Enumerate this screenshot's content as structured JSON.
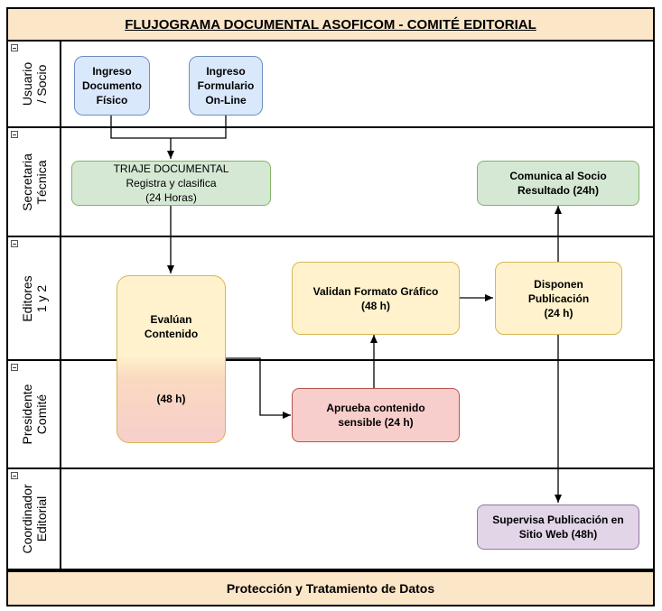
{
  "title": "FLUJOGRAMA DOCUMENTAL ASOFICOM - COMITÉ EDITORIAL",
  "lanes": [
    {
      "label": "Usuario\n/ Socio"
    },
    {
      "label": "Secretaria\nTécnica"
    },
    {
      "label": "Editores\n1 y 2"
    },
    {
      "label": "Presidente\nComité"
    },
    {
      "label": "Coordinador\nEditorial"
    }
  ],
  "nodes": {
    "ingreso_fisico": "Ingreso\nDocumento\nFísico",
    "ingreso_online": "Ingreso\nFormulario\nOn-Line",
    "triaje": "TRIAJE DOCUMENTAL\nRegistra y clasifica\n(24 Horas)",
    "comunica": "Comunica al Socio\nResultado (24h)",
    "evaluan_top": "Evalúan\nContenido",
    "evaluan_bottom": "(48 h)",
    "validan": "Validan Formato Gráfico\n(48 h)",
    "disponen": "Disponen\nPublicación\n(24 h)",
    "aprueba": "Aprueba contenido\nsensible (24 h)",
    "supervisa": "Supervisa Publicación en\nSitio Web (48h)"
  },
  "footer": "Protección y Tratamiento de Datos",
  "colors": {
    "header_fill": "#fce6c8",
    "blue_fill": "#dae8fc",
    "green_fill": "#d5e8d4",
    "yellow_fill": "#fff2cc",
    "red_fill": "#f8cecc",
    "purple_fill": "#e1d5e7"
  }
}
